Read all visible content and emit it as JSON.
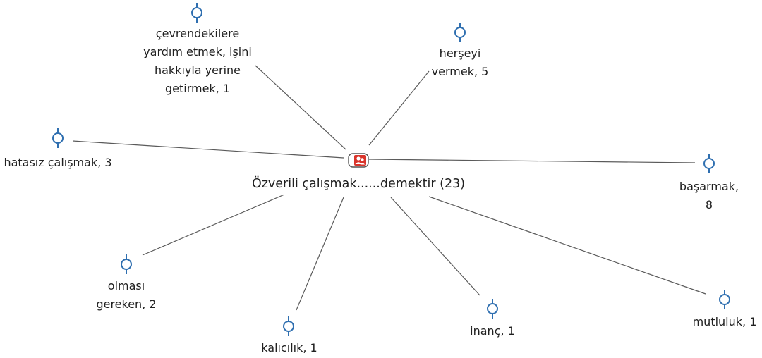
{
  "network": {
    "center": {
      "label": "Özverili çalışmak......demektir (23)",
      "icon": "user-group-document-icon",
      "icon_color": "#d9342b"
    },
    "nodes": [
      {
        "id": "cevrendekilere",
        "lines": [
          "çevrendekilere",
          "yardım etmek, işini",
          "hakkıyla yerine",
          "getirmek, 1"
        ]
      },
      {
        "id": "herseyi",
        "lines": [
          "herşeyi",
          "vermek, 5"
        ]
      },
      {
        "id": "hatasiz",
        "lines": [
          "hatasız çalışmak, 3"
        ]
      },
      {
        "id": "basarmak",
        "lines": [
          "başarmak,",
          "8"
        ]
      },
      {
        "id": "olmasi",
        "lines": [
          "olması",
          "gereken, 2"
        ]
      },
      {
        "id": "kalicilik",
        "lines": [
          "kalıcılık, 1"
        ]
      },
      {
        "id": "inanc",
        "lines": [
          "inanç, 1"
        ]
      },
      {
        "id": "mutluluk",
        "lines": [
          "mutluluk, 1"
        ]
      }
    ],
    "code_icon": "code-node-icon",
    "code_color": "#2f6fb0",
    "edge_color": "#5a5a5a"
  }
}
